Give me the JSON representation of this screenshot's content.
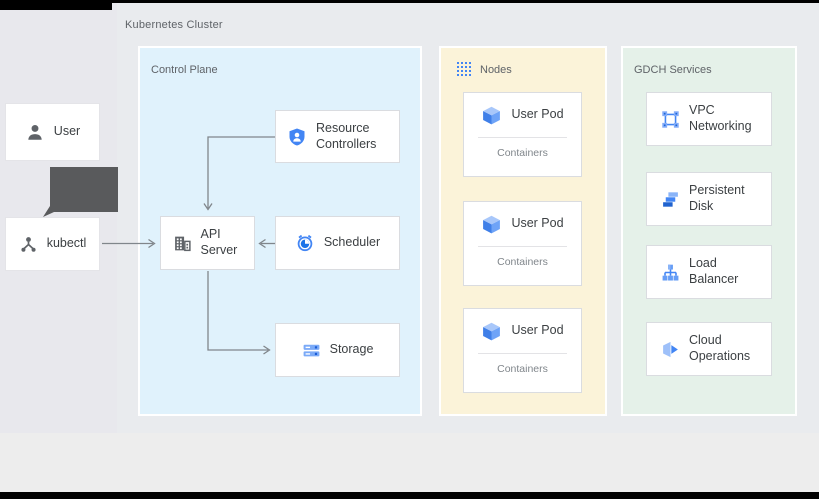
{
  "diagram": {
    "cluster_label": "Kubernetes Cluster",
    "actors": {
      "user": {
        "label": "User",
        "icon": "person-icon"
      },
      "kubectl": {
        "label": "kubectl",
        "icon": "kubectl-icon"
      }
    },
    "control_plane": {
      "label": "Control Plane",
      "boxes": [
        {
          "label": "Resource Controllers",
          "icon": "shield-person-icon"
        },
        {
          "label": "API Server",
          "icon": "building-icon"
        },
        {
          "label": "Scheduler",
          "icon": "alarm-clock-icon"
        },
        {
          "label": "Storage",
          "icon": "server-rack-icon"
        }
      ]
    },
    "nodes": {
      "label": "Nodes",
      "icon": "dot-grid-icon",
      "pods": [
        {
          "label": "User Pod",
          "sublabel": "Containers",
          "icon": "cube-icon"
        },
        {
          "label": "User Pod",
          "sublabel": "Containers",
          "icon": "cube-icon"
        },
        {
          "label": "User Pod",
          "sublabel": "Containers",
          "icon": "cube-icon"
        }
      ]
    },
    "gdch_services": {
      "label": "GDCH Services",
      "boxes": [
        {
          "label": "VPC Networking",
          "icon": "vpc-icon"
        },
        {
          "label": "Persistent Disk",
          "icon": "persistent-disk-icon"
        },
        {
          "label": "Load Balancer",
          "icon": "load-balancer-icon"
        },
        {
          "label": "Cloud Operations",
          "icon": "cloud-operations-icon"
        }
      ]
    },
    "colors": {
      "accent_blue": "#4285f4",
      "panel_blue": "#e0f2fc",
      "panel_yellow": "#fbf3d9",
      "panel_green": "#e5f1e9",
      "arrow_gray": "#80868b",
      "label_gray": "#5f6368"
    }
  }
}
